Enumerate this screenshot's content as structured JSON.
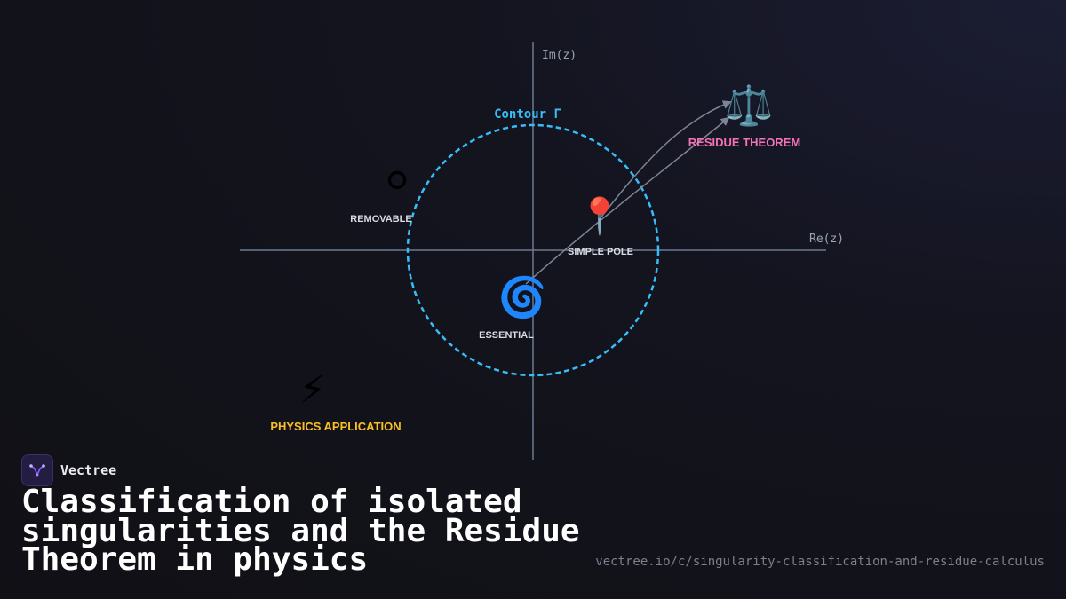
{
  "diagram": {
    "axes": {
      "imaginary_label": "Im(z)",
      "real_label": "Re(z)"
    },
    "contour_label": "Contour Γ",
    "nodes": {
      "removable": {
        "icon": "white-circle-icon",
        "glyph": "⚪",
        "label": "REMOVABLE"
      },
      "simple_pole": {
        "icon": "pushpin-icon",
        "glyph": "📍",
        "label": "SIMPLE POLE"
      },
      "essential": {
        "icon": "cyclone-icon",
        "glyph": "🌀",
        "label": "ESSENTIAL"
      },
      "residue_theorem": {
        "icon": "balance-scale-icon",
        "glyph": "⚖️",
        "label": "RESIDUE THEOREM",
        "color": "#f472b6"
      },
      "physics_application": {
        "icon": "lightning-icon",
        "glyph": "⚡",
        "label": "PHYSICS APPLICATION",
        "color": "#fbbf24"
      }
    },
    "colors": {
      "contour": "#38bdf8",
      "axes": "#6b7a90",
      "arrows": "#7b8596"
    }
  },
  "brand": {
    "name": "Vectree",
    "logo_icon": "vectree-logo-icon"
  },
  "title": "Classification of isolated singularities and the Residue Theorem in physics",
  "url": "vectree.io/c/singularity-classification-and-residue-calculus"
}
